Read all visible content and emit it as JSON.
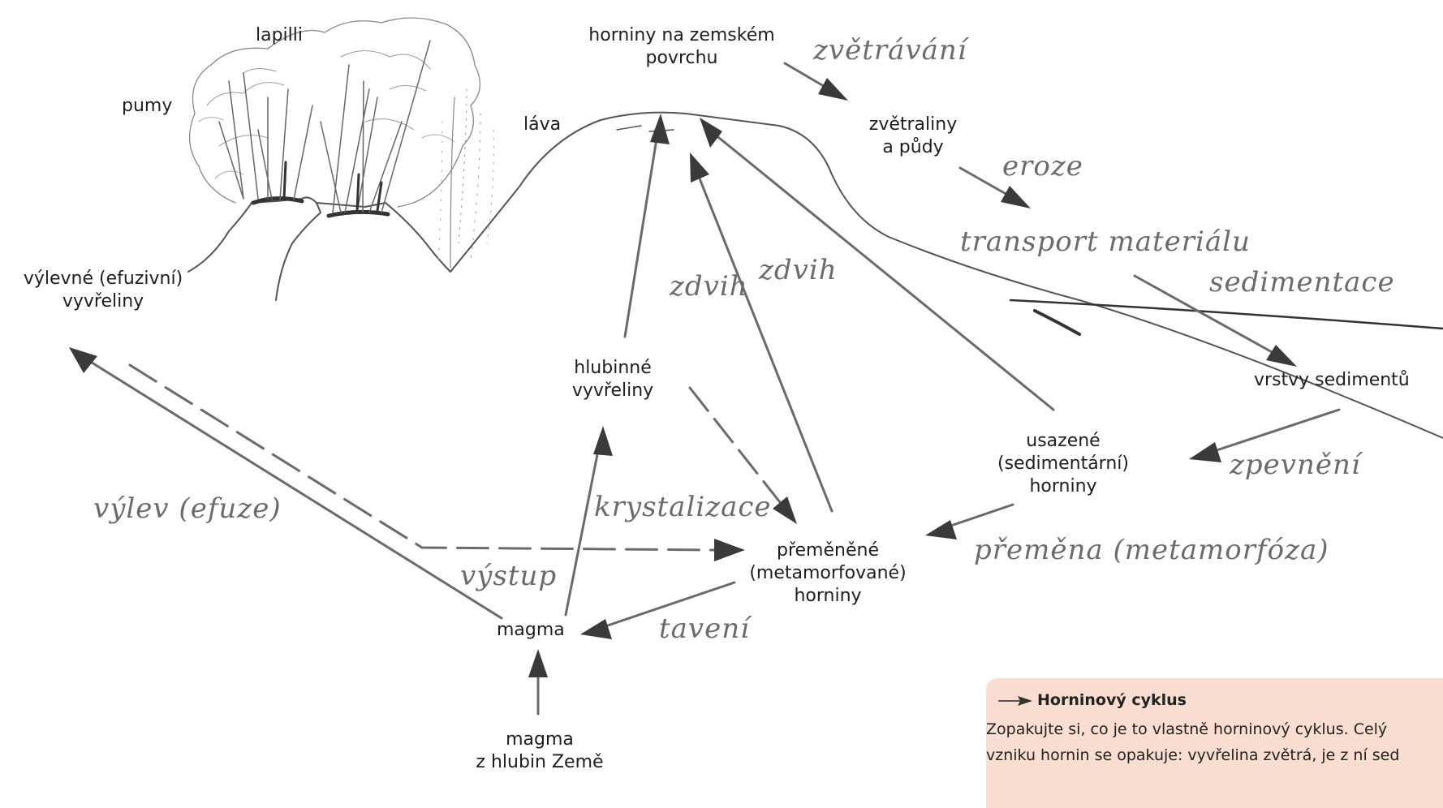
{
  "labels": {
    "lapilli": "lapilli",
    "pumy": "pumy",
    "lava": "láva",
    "surface_l1": "horniny na zemském",
    "surface_l2": "povrchu",
    "effusive_l1": "výlevné (efuzivní)",
    "effusive_l2": "vyvřeliny",
    "zvetraliny_l1": "zvětraliny",
    "zvetraliny_l2": "a půdy",
    "plutonic_l1": "hlubinné",
    "plutonic_l2": "vyvřeliny",
    "sediment_layers": "vrstvy sedimentů",
    "sedimentary_l1": "usazené",
    "sedimentary_l2": "(sedimentární)",
    "sedimentary_l3": "horniny",
    "metamorphic_l1": "přeměněné",
    "metamorphic_l2": "(metamorfované)",
    "metamorphic_l3": "horniny",
    "magma": "magma",
    "deep_magma_l1": "magma",
    "deep_magma_l2": "z hlubin Země"
  },
  "processes": {
    "weathering": "zvětrávání",
    "erosion": "eroze",
    "transport": "transport materiálu",
    "sedimentation": "sedimentace",
    "uplift_1": "zdvih",
    "uplift_2": "zdvih",
    "effusion": "výlev (efuze)",
    "crystallization": "krystalizace",
    "ascent": "výstup",
    "melting": "tavení",
    "consolidation": "zpevnění",
    "metamorphism": "přeměna (metamorfóza)"
  },
  "info_box": {
    "title": "Horninový cyklus",
    "line1": "Zopakujte si, co je to vlastně horninový cyklus. Celý",
    "line2": "vzniku hornin se opakuje: vyvřelina zvětrá, je z ní sed"
  },
  "colors": {
    "pencil": "#555555",
    "arrowhead": "#3a3a3a",
    "handwriting": "#6b6b6b",
    "info_bg": "#f9ddd0"
  }
}
